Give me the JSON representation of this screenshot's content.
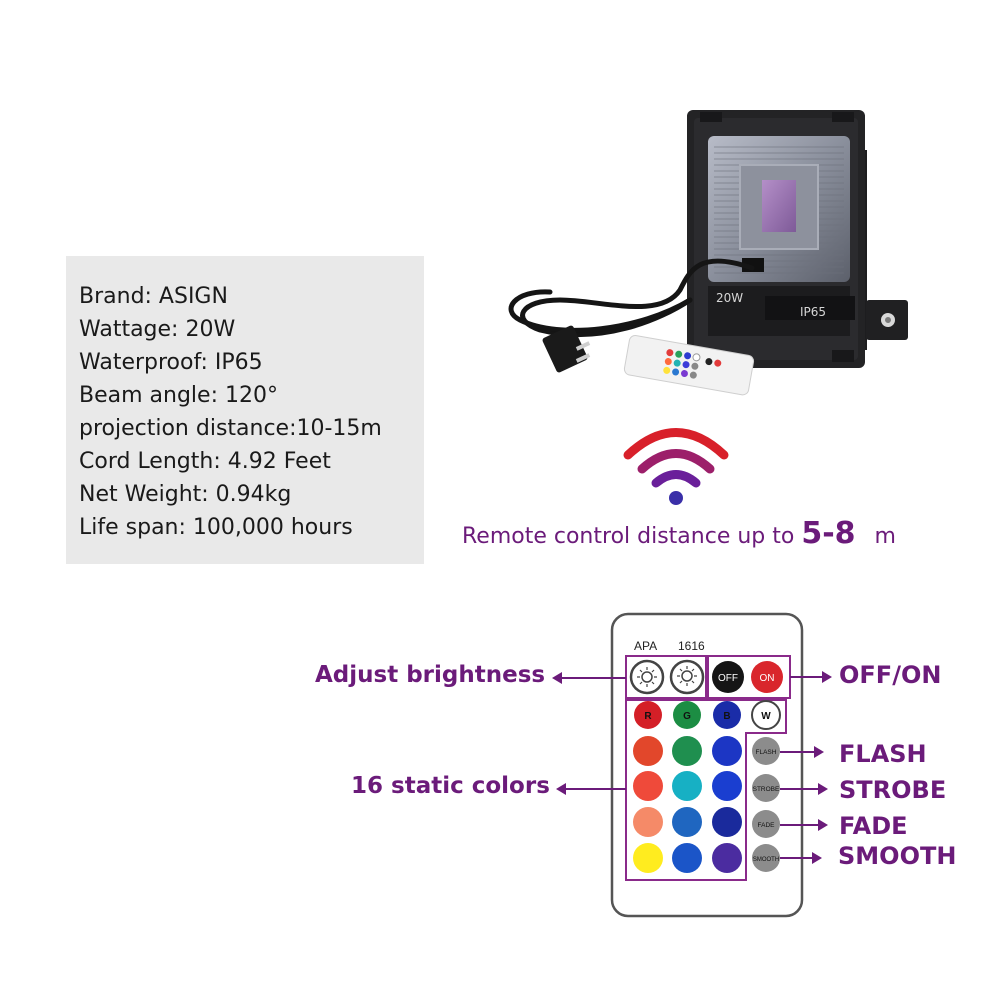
{
  "specs": [
    "Brand: ASIGN",
    "Wattage: 20W",
    "Waterproof: IP65",
    "Beam angle: 120°",
    "projection distance:10-15m",
    "Cord Length: 4.92 Feet",
    "Net Weight: 0.94kg",
    "Life span: 100,000 hours"
  ],
  "floodlight": {
    "wattage_label": "20W",
    "rating_label": "IP65"
  },
  "remote_distance": {
    "prefix": "Remote control distance up to",
    "value": "5-8",
    "unit": "m"
  },
  "remote": {
    "top_labels": {
      "left": "APA",
      "right": "1616"
    },
    "off_label": "OFF",
    "on_label": "ON",
    "rgbw": {
      "r": "R",
      "g": "G",
      "b": "B",
      "w": "W"
    },
    "mode_buttons": [
      "FLASH",
      "STROBE",
      "FADE",
      "SMOOTH"
    ]
  },
  "callouts": {
    "adjust_brightness": "Adjust brightness",
    "off_on": "OFF/ON",
    "static_colors": "16 static colors",
    "flash": "FLASH",
    "strobe": "STROBE",
    "fade": "FADE",
    "smooth": "SMOOTH"
  },
  "colors": {
    "accent": "#6b1b7a",
    "wifi_top": "#d8202a",
    "wifi_mid": "#9c1f6a",
    "wifi_low": "#6a1f9a",
    "wifi_dot": "#3a2fa8"
  }
}
